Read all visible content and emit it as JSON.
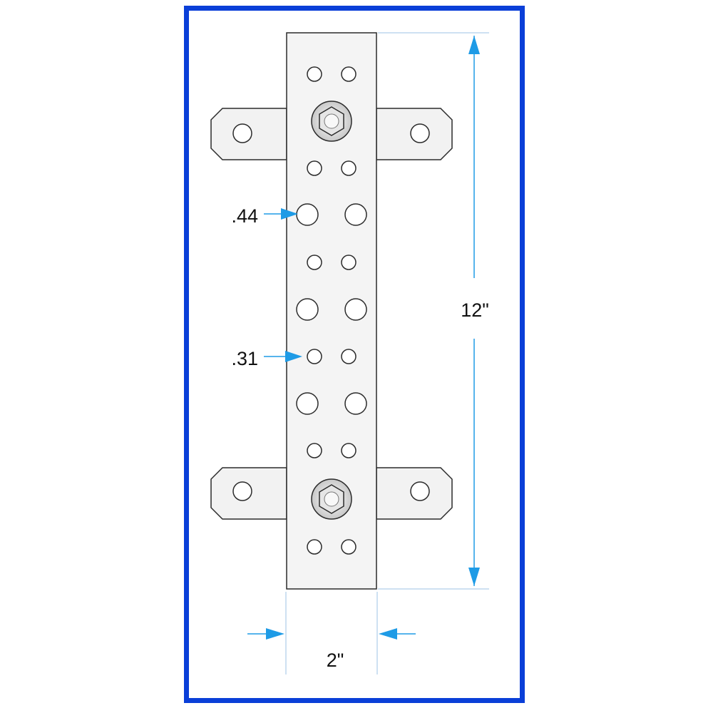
{
  "dimensions": {
    "height_label": "12\"",
    "width_label": "2\"",
    "large_hole_label": ".44",
    "small_hole_label": ".31"
  },
  "colors": {
    "frame": "#0a3fd8",
    "arrow": "#1e9be6",
    "plate": "#f4f4f4",
    "outline": "#2b2b2b"
  }
}
